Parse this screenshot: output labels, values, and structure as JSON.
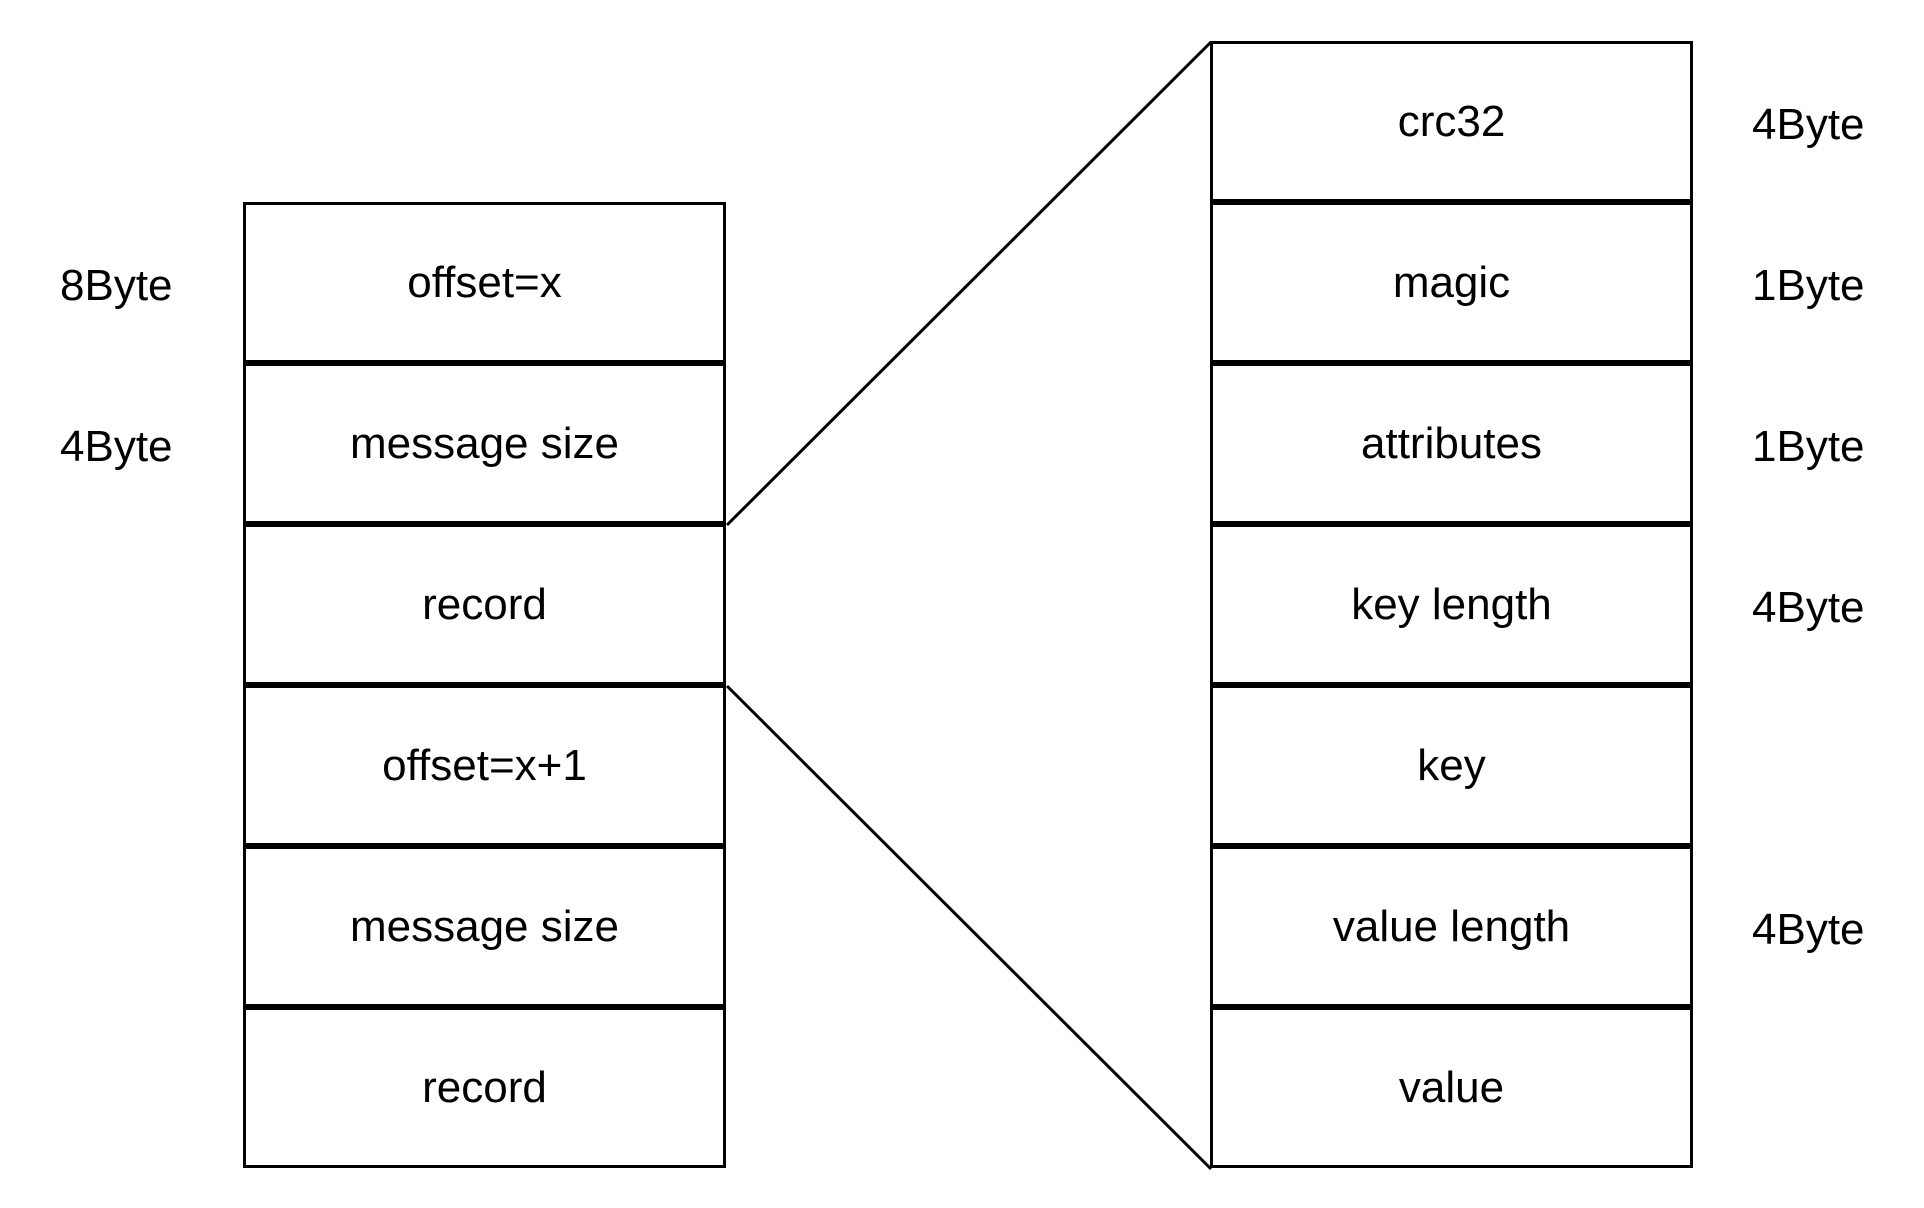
{
  "left_column": {
    "cells": [
      {
        "label": "offset=x",
        "size": "8Byte"
      },
      {
        "label": "message size",
        "size": "4Byte"
      },
      {
        "label": "record",
        "size": ""
      },
      {
        "label": "offset=x+1",
        "size": ""
      },
      {
        "label": "message size",
        "size": ""
      },
      {
        "label": "record",
        "size": ""
      }
    ]
  },
  "right_column": {
    "cells": [
      {
        "label": "crc32",
        "size": "4Byte"
      },
      {
        "label": "magic",
        "size": "1Byte"
      },
      {
        "label": "attributes",
        "size": "1Byte"
      },
      {
        "label": "key length",
        "size": "4Byte"
      },
      {
        "label": "key",
        "size": ""
      },
      {
        "label": "value length",
        "size": "4Byte"
      },
      {
        "label": "value",
        "size": ""
      }
    ]
  }
}
